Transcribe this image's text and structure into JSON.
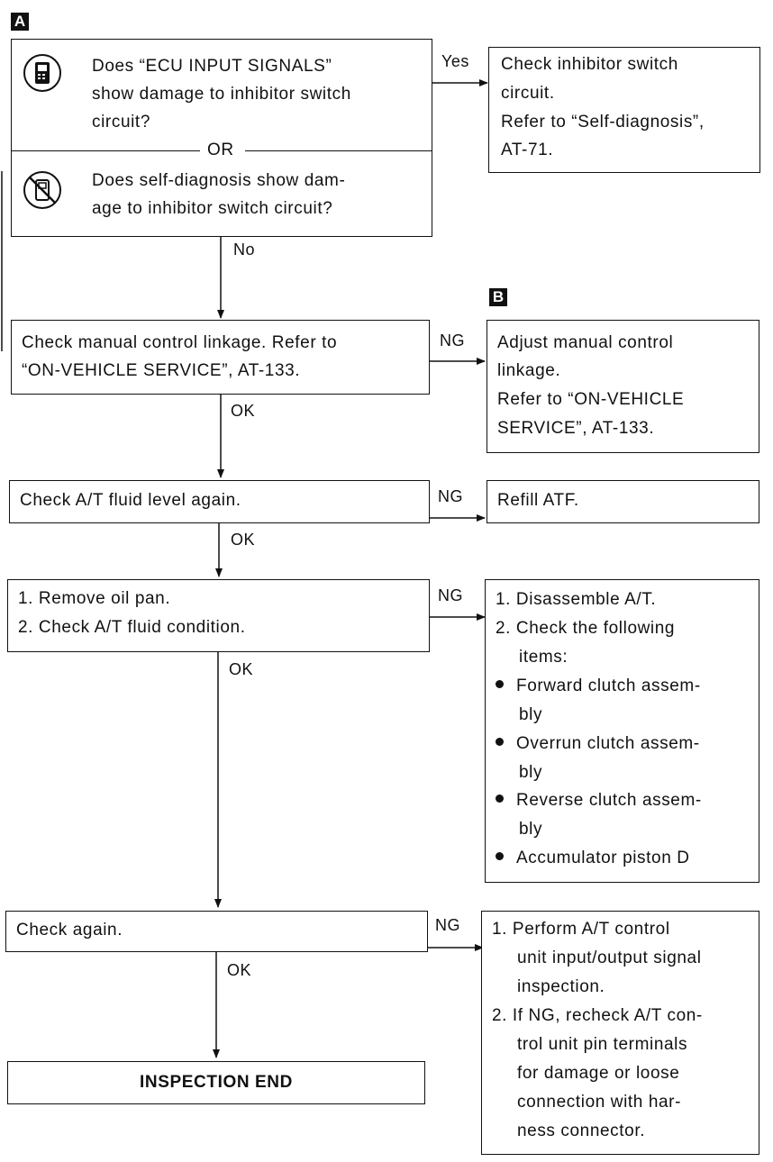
{
  "markers": {
    "a": "A",
    "b": "B"
  },
  "box_a": {
    "question1": [
      "Does “ECU INPUT SIGNALS”",
      "show damage to inhibitor switch",
      "circuit?"
    ],
    "or": "OR",
    "question2": [
      "Does self-diagnosis show dam-",
      "age to inhibitor switch circuit?"
    ],
    "icon1": "consult-tester-icon",
    "icon2": "no-tester-icon"
  },
  "yes_label": "Yes",
  "box_yes": [
    "Check inhibitor switch",
    "circuit.",
    "Refer to “Self-diagnosis”,",
    "AT-71."
  ],
  "no_label": "No",
  "box_linkage": [
    "Check manual control linkage. Refer to",
    "“ON-VEHICLE SERVICE”, AT-133."
  ],
  "ng_label_1": "NG",
  "box_adjust": [
    "Adjust manual control",
    "linkage.",
    "Refer to “ON-VEHICLE",
    "SERVICE”, AT-133."
  ],
  "ok_label_1": "OK",
  "box_fluid": [
    "Check A/T fluid level again."
  ],
  "ng_label_2": "NG",
  "box_refill": [
    "Refill ATF."
  ],
  "ok_label_2": "OK",
  "box_oilpan": [
    "1. Remove oil pan.",
    "2. Check A/T fluid condition."
  ],
  "ng_label_3": "NG",
  "box_disassemble": {
    "steps": [
      "1. Disassemble A/T.",
      "2. Check the following",
      "items:"
    ],
    "items": [
      [
        "Forward clutch assem-",
        "bly"
      ],
      [
        "Overrun clutch assem-",
        "bly"
      ],
      [
        "Reverse clutch assem-",
        "bly"
      ],
      [
        "Accumulator piston D"
      ]
    ]
  },
  "ok_label_3": "OK",
  "box_again": [
    "Check again."
  ],
  "ng_label_4": "NG",
  "box_perform": [
    "1. Perform A/T control",
    "unit input/output signal",
    "inspection.",
    "2. If NG, recheck A/T con-",
    "trol unit pin terminals",
    "for damage or loose",
    "connection with har-",
    "ness connector."
  ],
  "ok_label_4": "OK",
  "box_end": [
    "INSPECTION END"
  ]
}
